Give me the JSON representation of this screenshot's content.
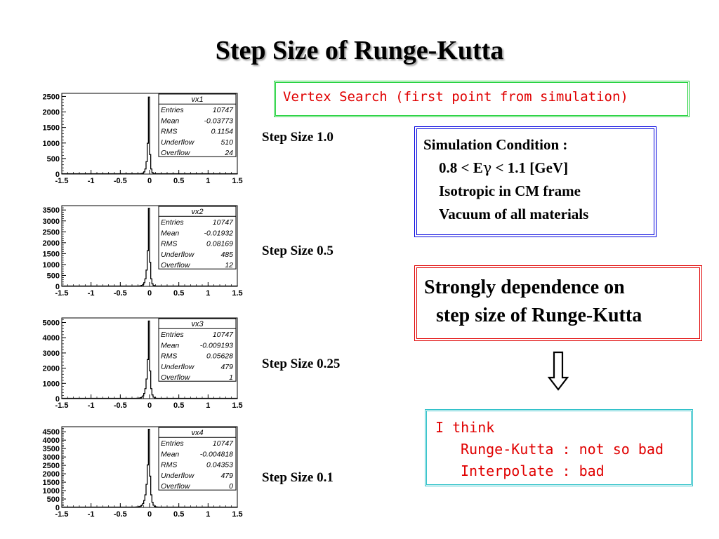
{
  "title": "Step Size of Runge-Kutta",
  "vertex_label": "Vertex Search (first point from simulation)",
  "simulation": {
    "line1": "Simulation Condition :",
    "line2_pre": "0.8 < E",
    "line2_gamma": "γ",
    "line2_post": " < 1.1 [GeV]",
    "line3": "Isotropic in CM frame",
    "line4": "Vacuum of all materials"
  },
  "dependence": {
    "line1": "Strongly dependence on",
    "line2": "step size of Runge-Kutta"
  },
  "arrow_icon": "double-down-arrow-icon",
  "think": {
    "line1": "I think",
    "line2": "Runge-Kutta : not so bad",
    "line3": "Interpolate : bad"
  },
  "step_labels": [
    "Step Size 1.0",
    "Step Size 0.5",
    "Step Size 0.25",
    "Step Size 0.1"
  ],
  "chart_data": [
    {
      "type": "histogram",
      "title": "vx1",
      "xlim": [
        -1.5,
        1.5
      ],
      "ylim": [
        0,
        2600
      ],
      "xticks": [
        -1.5,
        -1,
        -0.5,
        0,
        0.5,
        1,
        1.5
      ],
      "yticks": [
        0,
        500,
        1000,
        1500,
        2000,
        2500
      ],
      "peak": 2480,
      "stats": {
        "Entries": "10747",
        "Mean": "-0.03773",
        "RMS": "0.1154",
        "Underflow": "510",
        "Overflow": "24"
      }
    },
    {
      "type": "histogram",
      "title": "vx2",
      "xlim": [
        -1.5,
        1.5
      ],
      "ylim": [
        0,
        3700
      ],
      "xticks": [
        -1.5,
        -1,
        -0.5,
        0,
        0.5,
        1,
        1.5
      ],
      "yticks": [
        0,
        500,
        1000,
        1500,
        2000,
        2500,
        3000,
        3500
      ],
      "peak": 3580,
      "stats": {
        "Entries": "10747",
        "Mean": "-0.01932",
        "RMS": "0.08169",
        "Underflow": "485",
        "Overflow": "12"
      }
    },
    {
      "type": "histogram",
      "title": "vx3",
      "xlim": [
        -1.5,
        1.5
      ],
      "ylim": [
        0,
        5300
      ],
      "xticks": [
        -1.5,
        -1,
        -0.5,
        0,
        0.5,
        1,
        1.5
      ],
      "yticks": [
        0,
        1000,
        2000,
        3000,
        4000,
        5000
      ],
      "peak": 5100,
      "stats": {
        "Entries": "10747",
        "Mean": "-0.009193",
        "RMS": "0.05628",
        "Underflow": "479",
        "Overflow": "1"
      }
    },
    {
      "type": "histogram",
      "title": "vx4",
      "xlim": [
        -1.5,
        1.5
      ],
      "ylim": [
        0,
        4800
      ],
      "xticks": [
        -1.5,
        -1,
        -0.5,
        0,
        0.5,
        1,
        1.5
      ],
      "yticks": [
        0,
        500,
        1000,
        1500,
        2000,
        2500,
        3000,
        3500,
        4000,
        4500
      ],
      "peak": 4650,
      "stats": {
        "Entries": "10747",
        "Mean": "-0.004818",
        "RMS": "0.04353",
        "Underflow": "479",
        "Overflow": "0"
      }
    }
  ]
}
